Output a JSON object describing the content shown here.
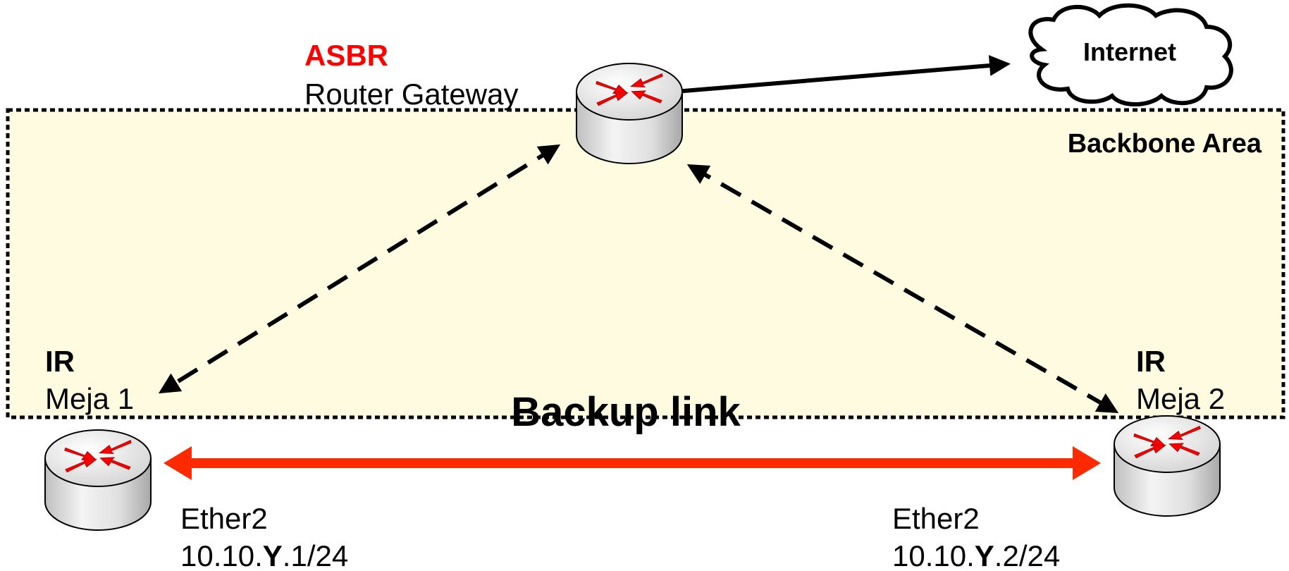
{
  "colors": {
    "area_fill": "#fffbe0",
    "area_border": "#000000",
    "accent": "#ff0000",
    "backup_link": "#ff2a00",
    "text": "#000000"
  },
  "backbone_area": {
    "label": "Backbone Area"
  },
  "internet": {
    "label": "Internet",
    "icon": "cloud-icon"
  },
  "routers": {
    "gateway": {
      "role": "ASBR",
      "name": "Router Gateway",
      "icon": "router-icon"
    },
    "meja1": {
      "role": "IR",
      "name": "Meja 1",
      "interface": "Ether2",
      "ip_prefix": "10.10.",
      "ip_var": "Y",
      "ip_suffix": ".1/24",
      "icon": "router-icon"
    },
    "meja2": {
      "role": "IR",
      "name": "Meja 2",
      "interface": "Ether2",
      "ip_prefix": "10.10.",
      "ip_var": "Y",
      "ip_suffix": ".2/24",
      "icon": "router-icon"
    }
  },
  "backup_link": {
    "label": "Backup link"
  },
  "links": [
    {
      "from": "gateway",
      "to": "internet",
      "style": "solid"
    },
    {
      "from": "gateway",
      "to": "meja1",
      "style": "dashed"
    },
    {
      "from": "gateway",
      "to": "meja2",
      "style": "dashed"
    },
    {
      "from": "meja1",
      "to": "meja2",
      "style": "solid-thick",
      "label": "Backup link"
    }
  ]
}
